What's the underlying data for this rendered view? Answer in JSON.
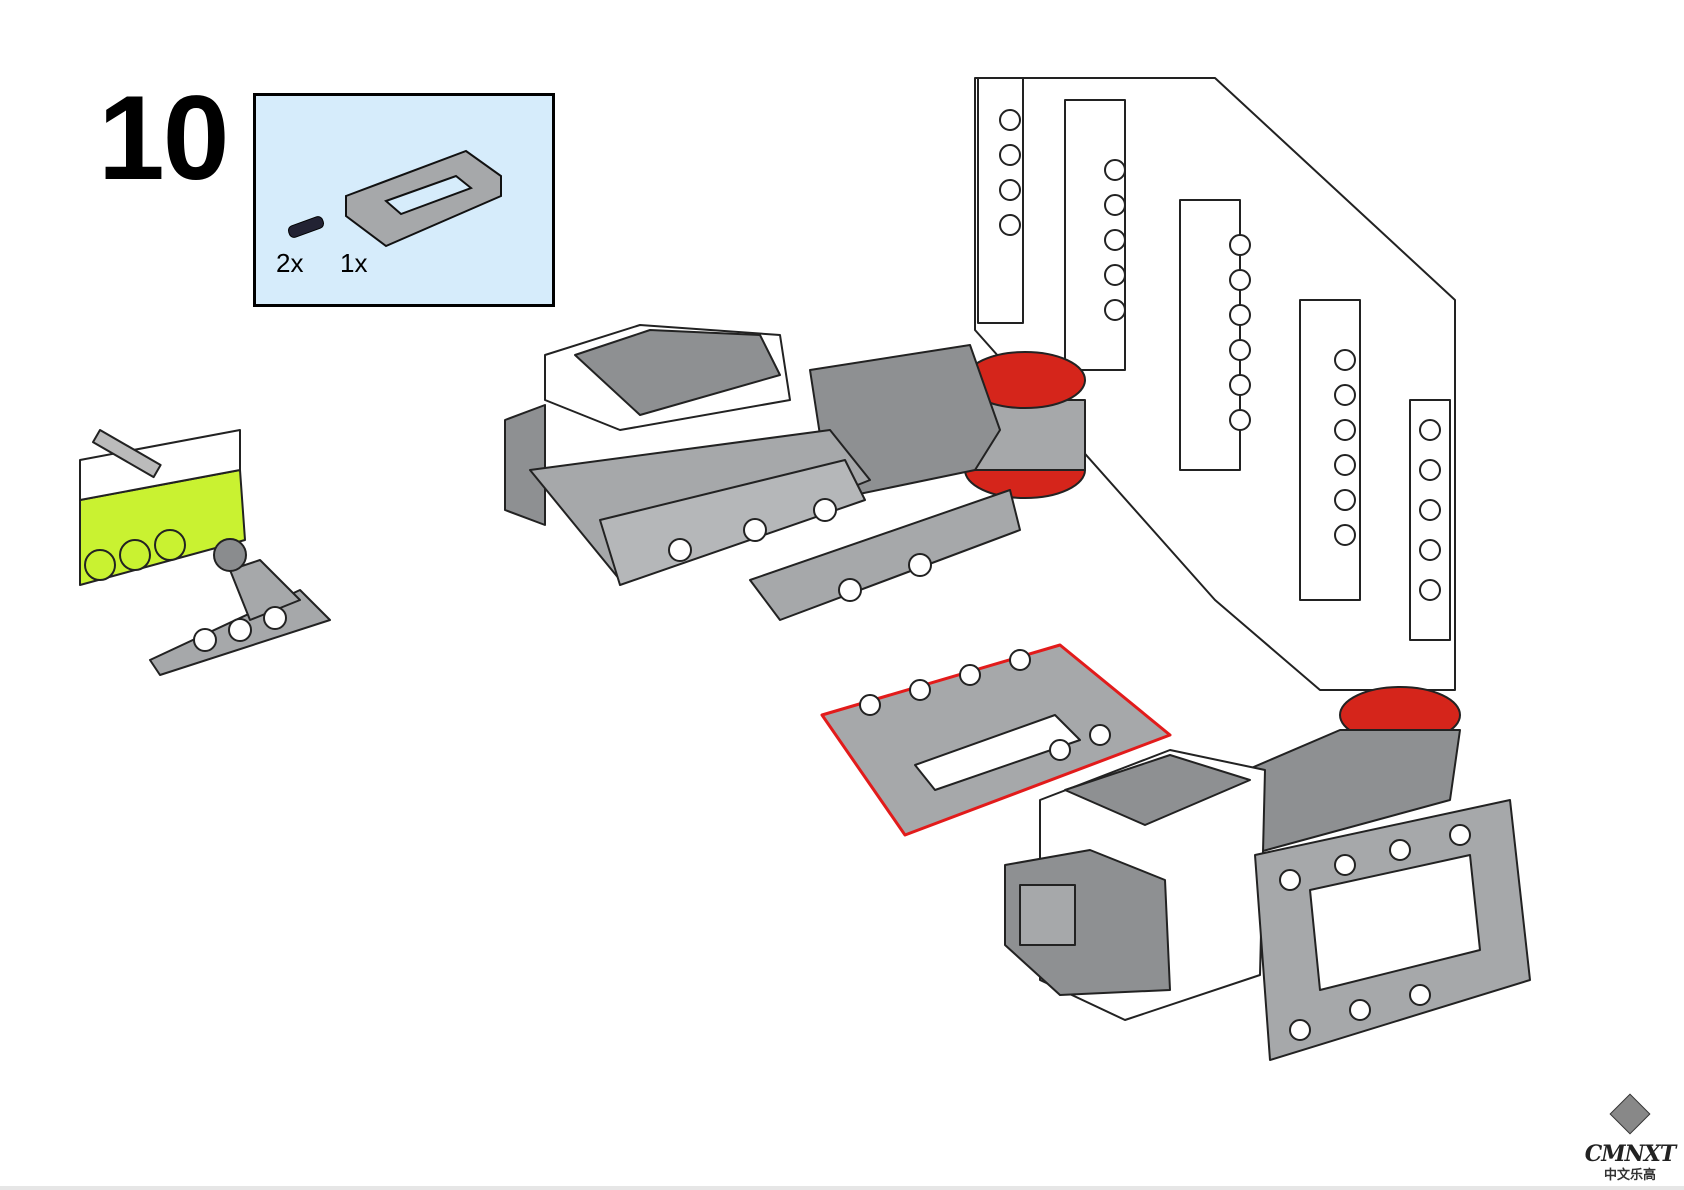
{
  "step": {
    "number": "10"
  },
  "parts_list": {
    "items": [
      {
        "name": "connector-pin",
        "quantity": "2x"
      },
      {
        "name": "open-frame-5x7",
        "quantity": "1x"
      }
    ]
  },
  "logo": {
    "brand": "CMNXT",
    "subtitle": "中文乐高"
  },
  "colors": {
    "frame_gray": "#a6a8aa",
    "accent_red": "#d5251b",
    "parts_bg": "#d6ecfb",
    "lime": "#c9f231"
  }
}
